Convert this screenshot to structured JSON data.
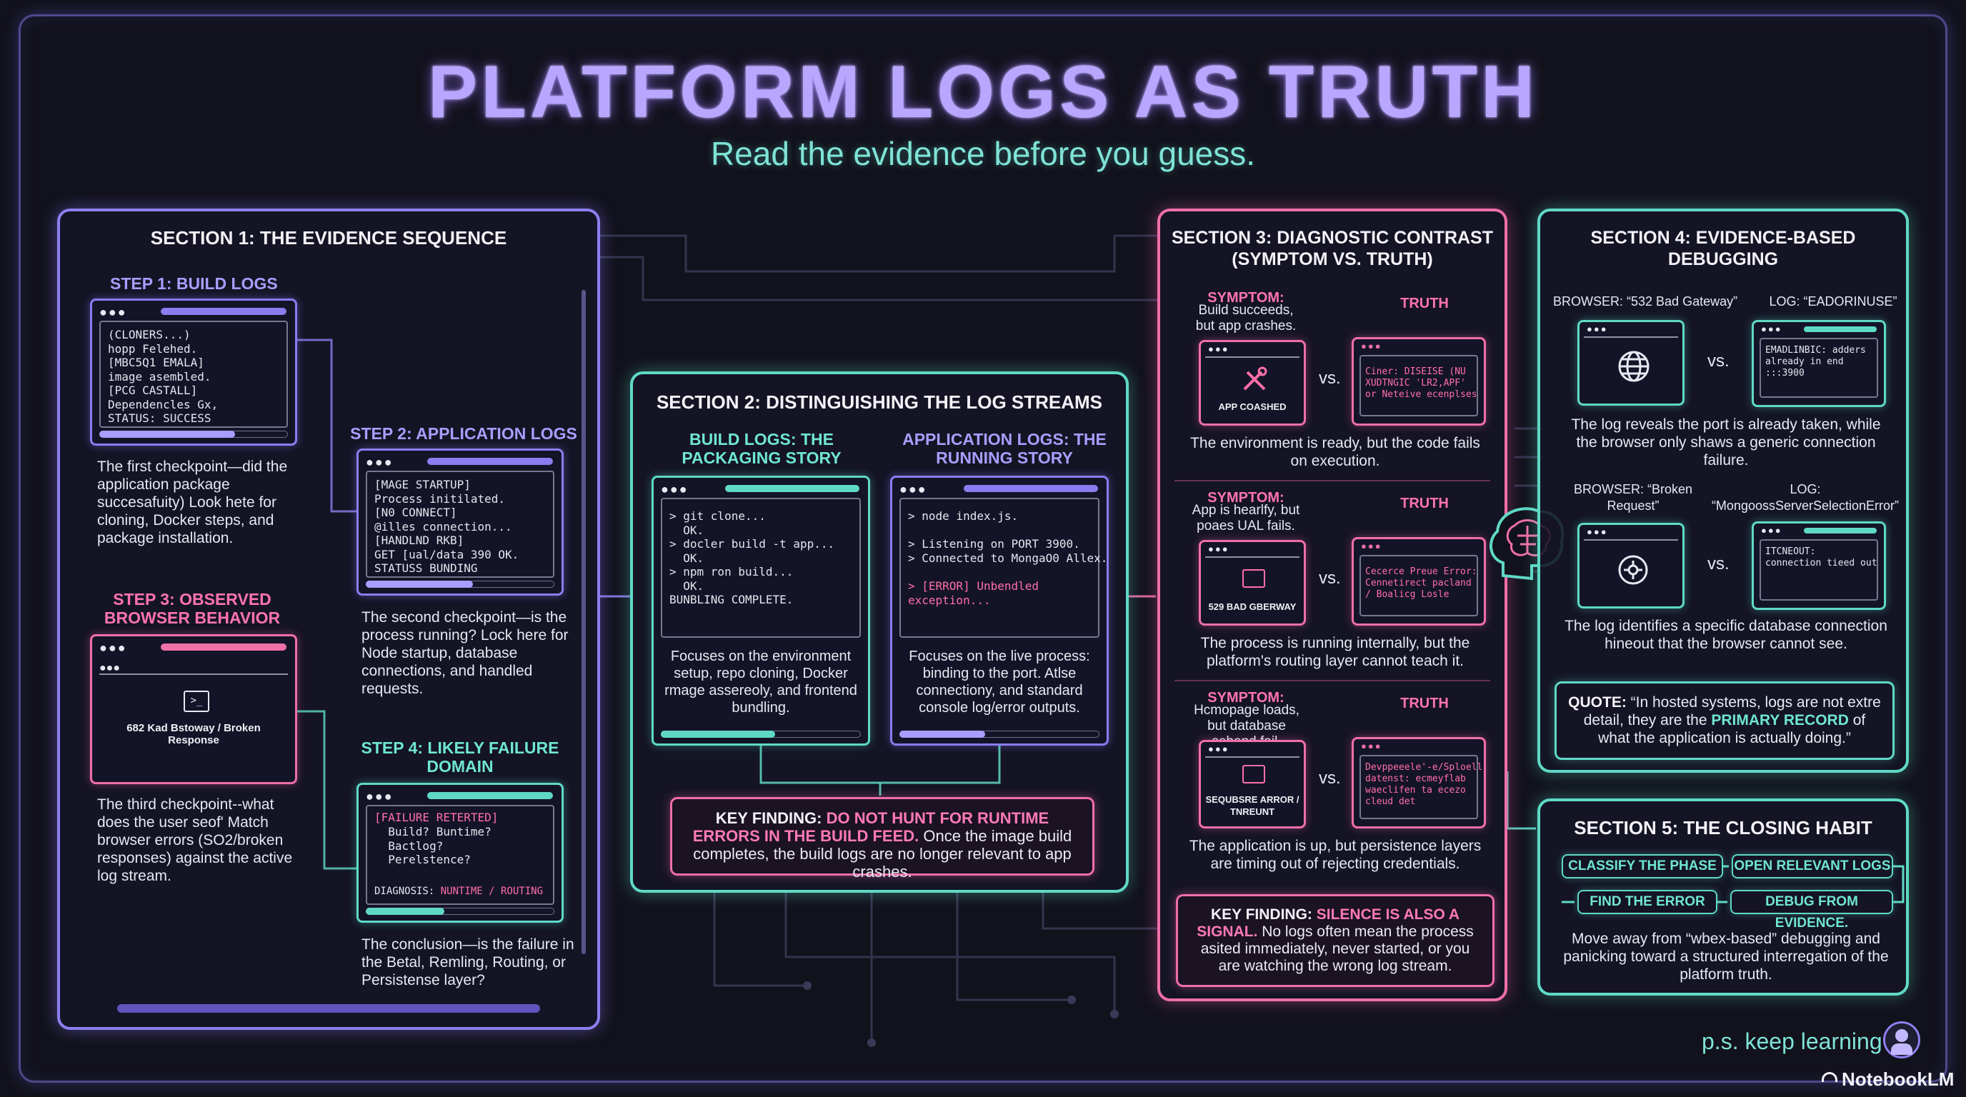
{
  "header": {
    "title": "PLATFORM LOGS AS TRUTH",
    "subtitle": "Read the evidence before you guess."
  },
  "section1": {
    "title": "SECTION 1: THE EVIDENCE SEQUENCE",
    "step1": {
      "label": "STEP 1: BUILD LOGS",
      "code": "(CLONERS...)\nhopp Felehed.\n[MBC5Q1 EMALA]\nimage asembled.\n[PCG CASTALL]\nDependencles Gx,\nSTATUS: SUCCESS",
      "text": "The first checkpoint—did the application package succesafuity) Look hete for cloning, Docker steps, and package installation."
    },
    "step2": {
      "label": "STEP 2: APPLICATION LOGS",
      "code": "[MAGE STARTUP]\nProcess initilated.\n[N0 CONNECT]\n@illes connection...\n[HANDLND RKB]\nGET [ual/data 390 OK.\nSTATUSS BUNDING",
      "text": "The second checkpoint—is the process running? Lock here for Node startup, database connections, and handled requests."
    },
    "step3": {
      "label": "STEP 3: OBSERVED BROWSER BEHAVIOR",
      "window_text": "682 Kad Bstoway / Broken Response",
      "text": "The third checkpoint--what does the user seof' Match browser errors (SO2/broken responses) against the active log stream."
    },
    "step4": {
      "label": "STEP 4: LIKELY FAILURE DOMAIN",
      "code_err": "[FAILURE RETERTED]",
      "code": "  Build? Buntime?\n  Bactlog?\n  Perelstence?",
      "diag_label": "DIAGNOSIS: ",
      "diag_value": "NUNTIME / ROUTING",
      "text": "The conclusion—is the failure in the Betal, Remling, Routing, or Persistense layer?"
    }
  },
  "section2": {
    "title": "SECTION 2: DISTINGUISHING THE LOG STREAMS",
    "build": {
      "label": "BUILD LOGS: THE PACKAGING STORY",
      "code": "> git clone...\n  OK.\n> docler build -t app...\n  OK.\n> npm ron build...\n  OK.\nBUNBLING COMPLETE.",
      "text": "Focuses on the environment setup, repo cloning, Docker rmage assereoly, and frontend bundling."
    },
    "app": {
      "label": "APPLICATION LOGS: THE RUNNING STORY",
      "code": "> node index.js.\n\n> Listening on PORT 3900.\n> Connected to MongaO0 Allex.",
      "code_err": "> [ERROR] Unbendled\nexception...",
      "text": "Focuses on the live process: binding to the port. Atlse connectiony, and standard console log/error outputs."
    },
    "key_prefix": "KEY FINDING: ",
    "key_highlight": "DO NOT HUNT FOR RUNTIME ERRORS IN THE BUILD FEED.",
    "key_rest": " Once the image build completes, the build logs are no longer relevant to app crashes."
  },
  "section3": {
    "title": "SECTION 3: DIAGNOSTIC CONTRAST (SYMPTOM VS. TRUTH)",
    "symptom_label": "SYMPTOM:",
    "truth_label": "TRUTH",
    "vs": "vs.",
    "rows": [
      {
        "symptom": "Build succeeds, but app crashes.",
        "window_text": "APP COASHED",
        "truth_code": "Ciner: DISEISE (NU\nXUDTNGIC 'LR2,APF'\nor Neteive ecenplses",
        "text": "The environment is ready, but the code fails on execution."
      },
      {
        "symptom": "App is hearlfy, but poaes UAL fails.",
        "window_text": "529 BAD GBERWAY",
        "truth_code": "Cecerce Preue Error:\nCennetirect pacland\n/ Boalicg Losle",
        "text": "The process is running internally, but the platform's routing layer cannot teach it."
      },
      {
        "symptom": "Hcmopage loads, but database sebond fail.",
        "window_text": "SEQUBSRE ARROR / TNREUNT",
        "truth_code": "Devppeeele'-e/Sploell\ndatenst: ecmeyflab\nwaeclifen ta ecezo\ncleud det",
        "text": "The application is up, but persistence layers are timing out of rejecting credentials."
      }
    ],
    "key_prefix": "KEY FINDING: ",
    "key_highlight": "SILENCE IS ALSO A SIGNAL.",
    "key_rest": " No logs often mean the process asited immediately, never started, or you are watching the wrong log stream."
  },
  "section4": {
    "title": "SECTION 4: EVIDENCE-BASED DEBUGGING",
    "vs": "vs.",
    "pair1": {
      "browser_label": "BROWSER: “532 Bad Gateway”",
      "log_label": "LOG: “EADORINUSE”",
      "log_code": "EMADLINBIC: adders\nalready in end\n:::3900",
      "text": "The log reveals the port is already taken, while the browser only shaws a generic connection failure."
    },
    "pair2": {
      "browser_label": "BROWSER: “Broken Request”",
      "log_label": "LOG: “MongoossServerSelectionError”",
      "log_code": "ITCNEOUT:\nconnection tieed out",
      "text": "The log identifies a specific database connection hineout that the browser cannot see."
    },
    "quote_prefix": "QUOTE: ",
    "quote_a": "“In hosted systems, logs are not extre detail, they are the ",
    "quote_highlight": "PRIMARY RECORD",
    "quote_b": " of what the application is actually doing.”"
  },
  "section5": {
    "title": "SECTION 5: THE CLOSING HABIT",
    "pills": [
      "CLASSIFY THE PHASE",
      "OPEN RELEVANT LOGS",
      "FIND THE ERROR",
      "DEBUG FROM EVIDENCE."
    ],
    "text": "Move away from “wbex-based” debugging and panicking toward a structured interregation of the platform truth."
  },
  "footer": {
    "note": "p.s. keep learning",
    "brand": "NotebookLM"
  },
  "colors": {
    "purple": "#8f7ef0",
    "teal": "#5fd9c6",
    "pink": "#ef6fa8",
    "background": "#12121c"
  },
  "icons": [
    "tools-icon",
    "globe-icon",
    "bug-icon",
    "brain-icon",
    "terminal-icon",
    "browser-icon"
  ]
}
